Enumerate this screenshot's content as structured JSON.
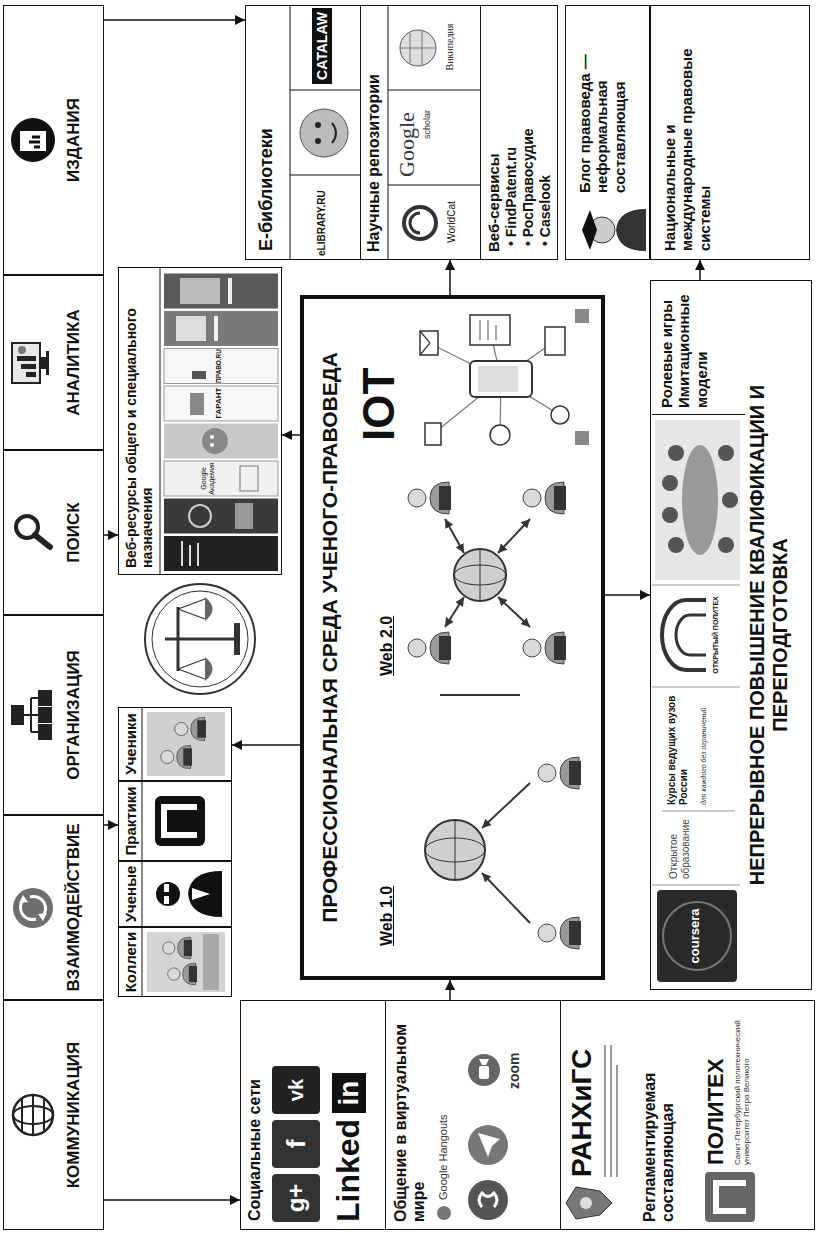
{
  "diagram": {
    "nodes": [
      {
        "text": [
          "КОММУНИКАЦИЯ"
        ]
      },
      {
        "text": [
          "ВЗАИМОДЕЙСТВИЕ"
        ]
      },
      {
        "text": [
          "ОРГАНИЗАЦИЯ"
        ]
      },
      {
        "text": [
          "ПОИСК"
        ]
      },
      {
        "text": [
          "АНАЛИТИКА"
        ]
      },
      {
        "text": [
          "ИЗДАНИЯ"
        ]
      },
      {
        "text": [
          "Коллеги"
        ]
      },
      {
        "text": [
          "Ученые"
        ]
      },
      {
        "text": [
          "Практики"
        ]
      },
      {
        "text": [
          "Ученики"
        ]
      },
      {
        "text": [
          "Веб-ресурсы общего и специального назначения"
        ]
      },
      {
        "text": [
          "ПРОФЕССИОНАЛЬНАЯ СРЕДА УЧЕНОГО-ПРАВОВЕДА",
          "Web 1.0",
          "Web 2.0",
          "IOT"
        ]
      },
      {
        "text": [
          "Е-библиотеки"
        ]
      },
      {
        "text": [
          "Научные репозитории"
        ],
        "in": 12
      },
      {
        "text": [
          "Веб-сервисы",
          "• FindPatent.ru",
          "• РосПравосудие",
          "• Caselook"
        ],
        "in": 12
      },
      {
        "text": [
          "Блог правоведа — неформальная составляющая"
        ]
      },
      {
        "text": [
          "Национальные и международные правовые системы"
        ]
      },
      {
        "text": [
          "Социальные сети"
        ]
      },
      {
        "text": [
          "Общение в виртуальном мире"
        ],
        "in": 17
      },
      {
        "text": [
          "Регламентируемая составляющая"
        ],
        "in": 17
      },
      {
        "text": [
          "НЕПРЕРЫВНОЕ ПОВЫШЕНИЕ КВАЛИФИКАЦИИ И ПЕРЕПОДГОТОВКА"
        ]
      },
      {
        "text": [
          "Ролевые игры Имитационные модели"
        ],
        "in": 20
      }
    ],
    "edges": [
      {
        "from": 0,
        "to": 17,
        "arrow": "to"
      },
      {
        "from": 1,
        "to": 8,
        "arrow": "to"
      },
      {
        "from": 3,
        "to": 10,
        "arrow": "to"
      },
      {
        "from": 5,
        "to": 12,
        "arrow": "to"
      },
      {
        "from": 17,
        "to": 11,
        "arrow": "to"
      },
      {
        "from": 11,
        "to": 9,
        "arrow": "to"
      },
      {
        "from": 11,
        "to": 10,
        "arrow": "to"
      },
      {
        "from": 11,
        "to": 12,
        "arrow": "to"
      },
      {
        "from": 11,
        "to": 20,
        "arrow": "to"
      },
      {
        "from": 20,
        "to": 16,
        "arrow": "to"
      }
    ],
    "labels": [
      "eLIBRARY.RU",
      "CATALAW",
      "WorldCat",
      "Google",
      "scholar",
      "Википедия",
      "Google Академия",
      "ГАРАНТ",
      "ПРАВО.RU",
      "g+",
      "f",
      "vk",
      "Linked",
      "in",
      "Google Hangouts",
      "zoom",
      "РАНХиГС",
      "ПОЛИТЕХ",
      "Санкт-Петербургский политехнический университет Петра Великого",
      "coursera",
      "Открытое образование",
      "Курсы ведущих вузов России",
      "для каждого без ограничений",
      "ОТКРЫТЫЙ ПОЛИТЕХ"
    ]
  }
}
